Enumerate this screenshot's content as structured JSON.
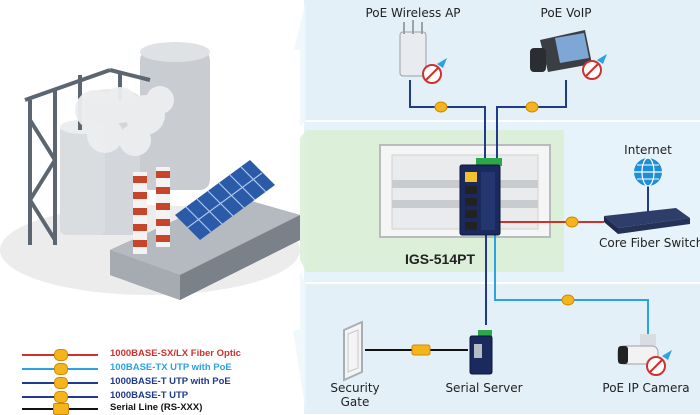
{
  "diagram": {
    "device_model": "IGS-514PT",
    "nodes": {
      "ap": "PoE Wireless AP",
      "voip": "PoE VoIP",
      "internet": "Internet",
      "core": "Core Fiber Switch",
      "camera": "PoE IP Camera",
      "serial_server": "Serial Server",
      "gate": "Security\nGate"
    }
  },
  "legend": [
    {
      "label": "1000BASE-SX/LX Fiber Optic",
      "color": "#d0312d",
      "marker": "dot"
    },
    {
      "label": "100BASE-TX UTP with PoE",
      "color": "#2aa3e0",
      "marker": "dot"
    },
    {
      "label": "1000BASE-T UTP with PoE",
      "color": "#203a8c",
      "marker": "dot"
    },
    {
      "label": "1000BASE-T UTP",
      "color": "#203a8c",
      "marker": "dot"
    },
    {
      "label": "Serial Line (RS-XXX)",
      "color": "#111111",
      "marker": "rect"
    }
  ]
}
